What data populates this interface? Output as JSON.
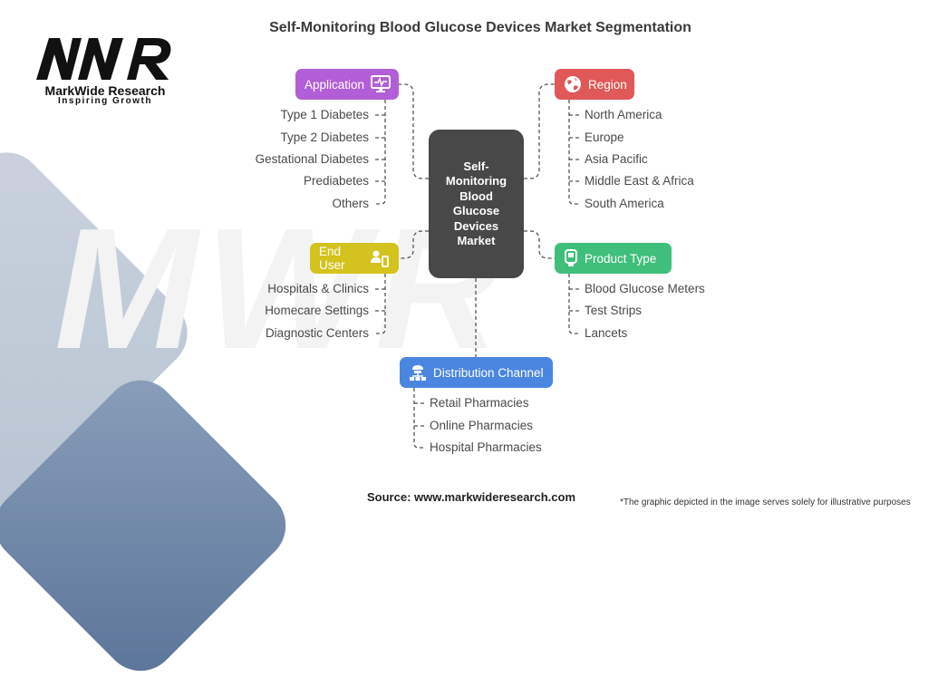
{
  "title": "Self-Monitoring Blood Glucose Devices Market Segmentation",
  "logo": {
    "name": "MarkWide Research",
    "tagline": "Inspiring Growth",
    "mark": "MWR"
  },
  "watermark": "MWR",
  "hub": {
    "label": "Self-Monitoring Blood Glucose Devices Market"
  },
  "colors": {
    "application": "#b25ed6",
    "region": "#e05858",
    "end_user": "#d4c21e",
    "product_type": "#3fbf7a",
    "distribution": "#4a86e0",
    "hub": "#484848"
  },
  "segments": {
    "application": {
      "label": "Application",
      "icon": "monitor-pulse-icon",
      "items": [
        "Type 1 Diabetes",
        "Type 2 Diabetes",
        "Gestational Diabetes",
        "Prediabetes",
        "Others"
      ]
    },
    "region": {
      "label": "Region",
      "icon": "globe-icon",
      "items": [
        "North America",
        "Europe",
        "Asia Pacific",
        "Middle East & Africa",
        "South America"
      ]
    },
    "end_user": {
      "label": "End User",
      "icon": "user-device-icon",
      "items": [
        "Hospitals & Clinics",
        "Homecare Settings",
        "Diagnostic Centers"
      ]
    },
    "product_type": {
      "label": "Product Type",
      "icon": "glucose-meter-icon",
      "items": [
        "Blood Glucose Meters",
        "Test Strips",
        "Lancets"
      ]
    },
    "distribution": {
      "label": "Distribution Channel",
      "icon": "network-icon",
      "items": [
        "Retail Pharmacies",
        "Online Pharmacies",
        "Hospital Pharmacies"
      ]
    }
  },
  "footer": {
    "source": "Source: www.markwideresearch.com",
    "note": "*The graphic depicted in the image serves solely for illustrative purposes"
  }
}
